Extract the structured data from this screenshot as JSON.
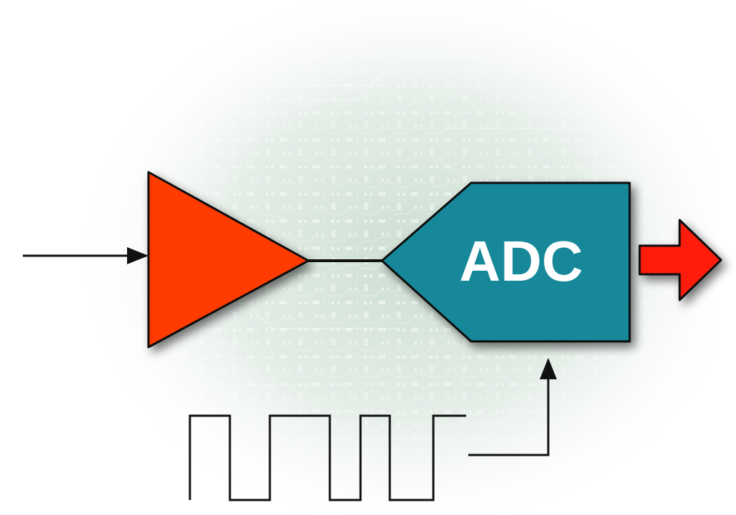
{
  "diagram": {
    "adc_label": "ADC",
    "colors": {
      "amplifier_fill": "#ff3a00",
      "adc_fill": "#168899",
      "output_arrow_fill": "#ff1f10",
      "line": "#111111",
      "board_tint": "#dfe9e3"
    },
    "blocks": [
      {
        "name": "amplifier",
        "shape": "triangle"
      },
      {
        "name": "adc",
        "shape": "hexagon",
        "label_ref": "adc_label"
      }
    ],
    "connections": [
      {
        "from": "input",
        "to": "amplifier",
        "style": "arrow"
      },
      {
        "from": "amplifier",
        "to": "adc",
        "style": "line"
      },
      {
        "from": "adc",
        "to": "output",
        "style": "block-arrow"
      },
      {
        "from": "clock",
        "to": "adc",
        "style": "arrow"
      }
    ],
    "clock_signal": {
      "type": "square-wave"
    },
    "background": "circuit-board-icon"
  }
}
